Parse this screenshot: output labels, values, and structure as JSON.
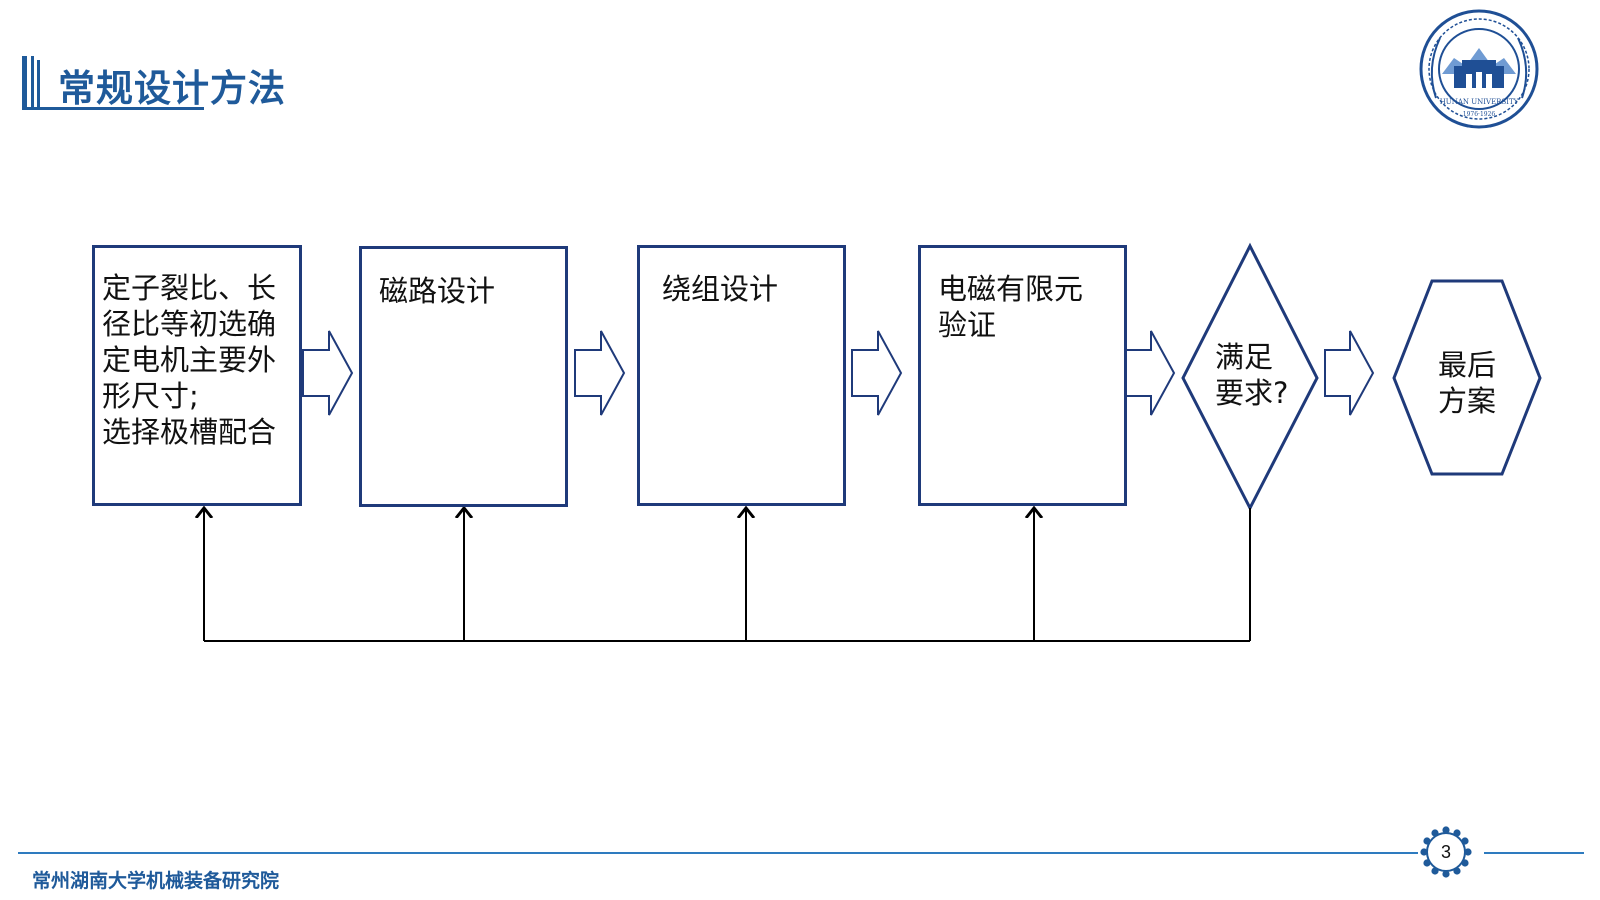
{
  "slide": {
    "title": "常规设计方法",
    "footer": "常州湖南大学机械装备研究院",
    "page_number": "3"
  },
  "logo": {
    "ring_text": "HUNAN UNIVERSITY",
    "year_text": "1976·1926"
  },
  "flow": {
    "box1": "定子裂比、长\n径比等初选确\n定电机主要外\n形尺寸;\n选择极槽配合",
    "box2": "磁路设计",
    "box3": "绕组设计",
    "box4": "电磁有限元\n验证",
    "decision": "满足\n要求?",
    "final": "最后\n方案"
  },
  "colors": {
    "accent": "#1f5a9a",
    "box_border": "#1f3a7a",
    "footer_line": "#2e7bbf"
  }
}
